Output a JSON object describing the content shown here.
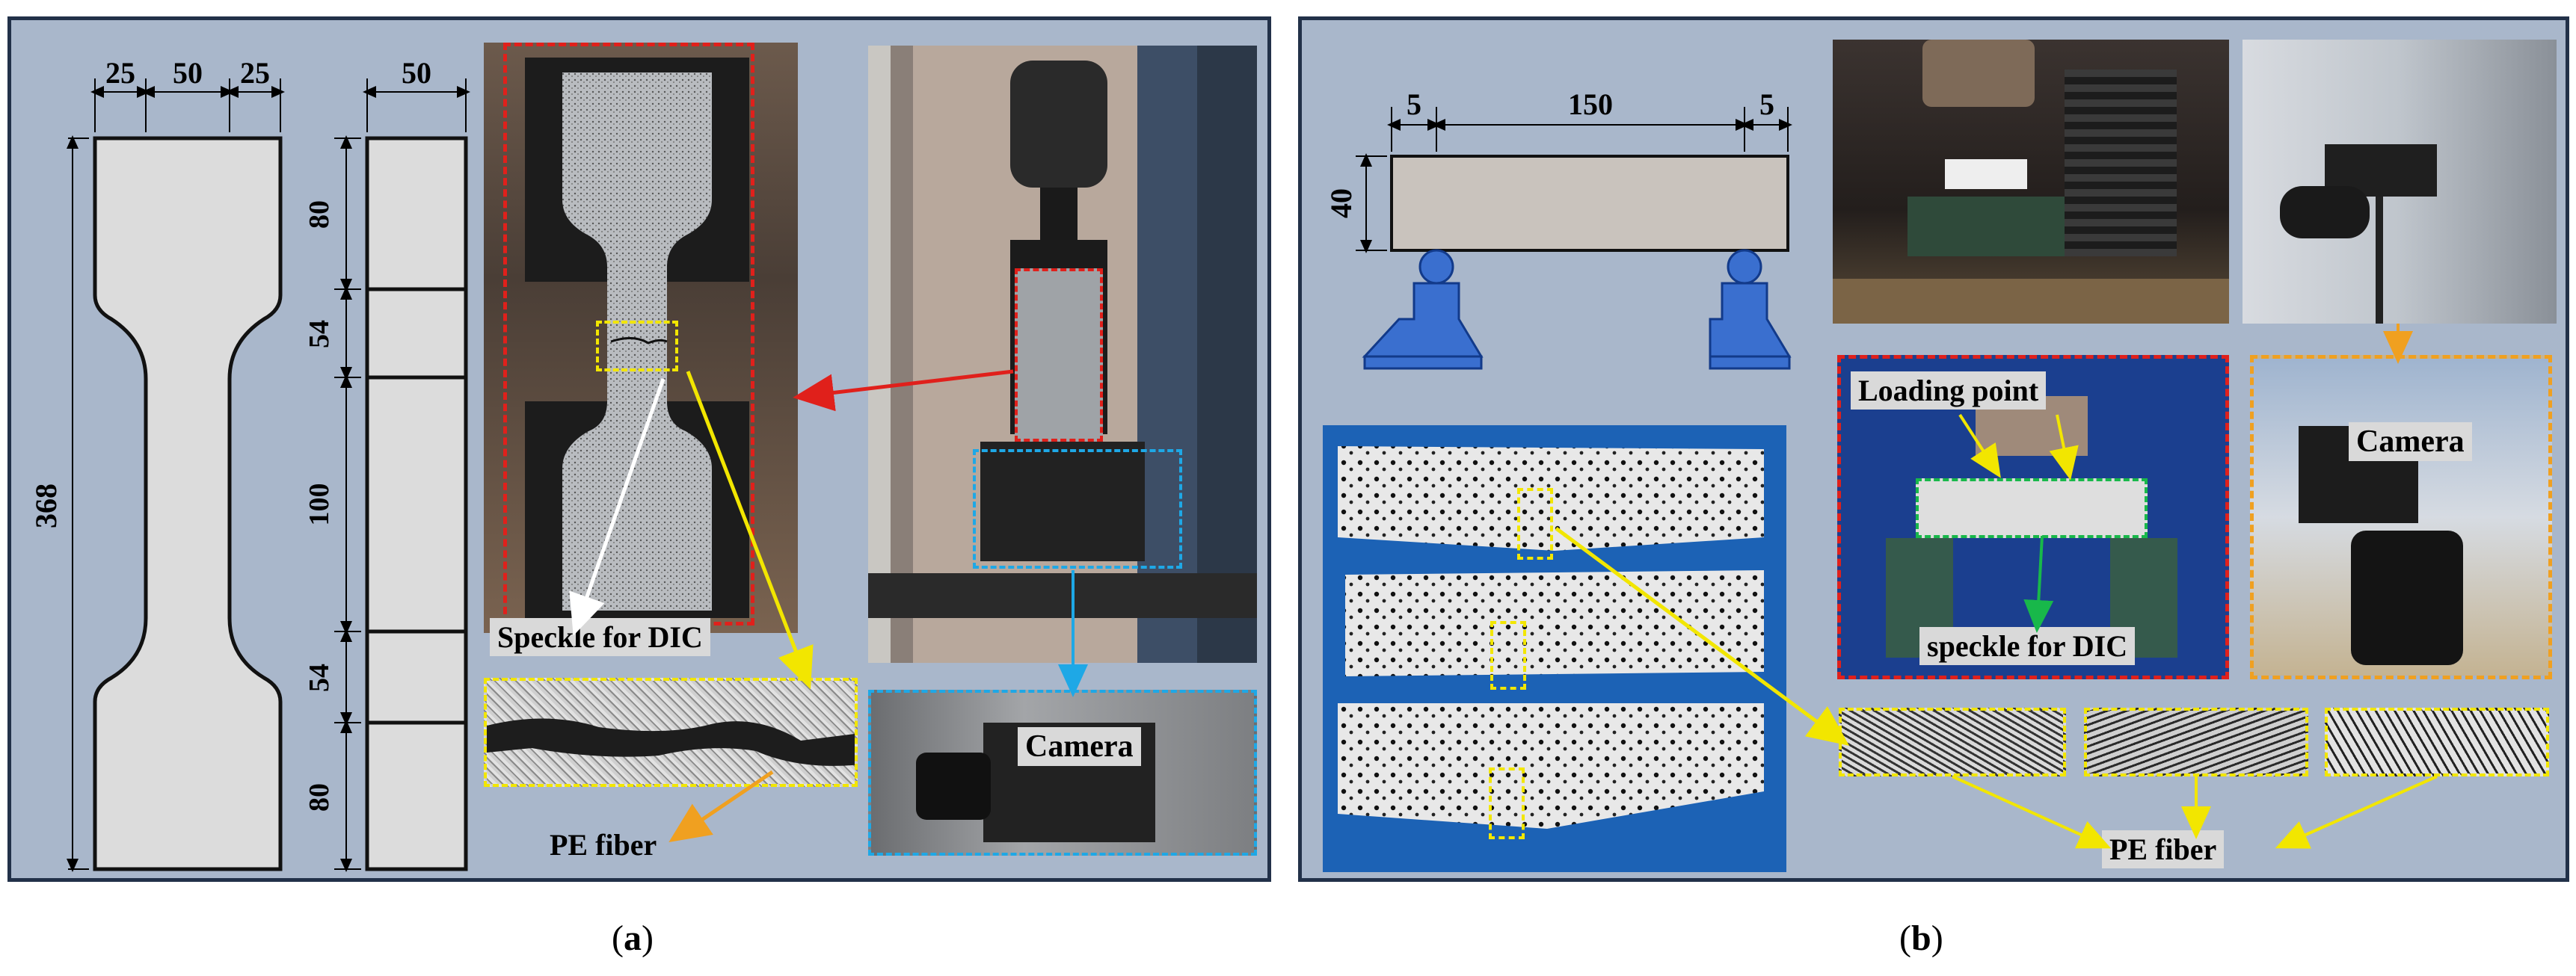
{
  "panel_a": {
    "caption_letter": "a",
    "dims_top_left": [
      "25",
      "50",
      "25"
    ],
    "dim_top_right": "50",
    "dim_height": "368",
    "dims_right": [
      "80",
      "54",
      "100",
      "54",
      "80"
    ],
    "labels": {
      "speckle": "Speckle for DIC",
      "camera": "Camera",
      "fiber": "PE fiber"
    }
  },
  "panel_b": {
    "caption_letter": "b",
    "dims_top": [
      "5",
      "150",
      "5"
    ],
    "dim_height": "40",
    "labels": {
      "loading_point": "Loading point",
      "camera": "Camera",
      "speckle": "speckle for DIC",
      "fiber": "PE fiber"
    }
  },
  "colors": {
    "panel_bg": "#a9b7cb",
    "panel_border": "#223149",
    "red_dash": "#e0201b",
    "yellow_dash": "#f2e600",
    "blue_dash": "#1ea8e6",
    "green_dash": "#18b84a",
    "orange_dash": "#f0a020",
    "support_blue": "#3a6fcf"
  }
}
